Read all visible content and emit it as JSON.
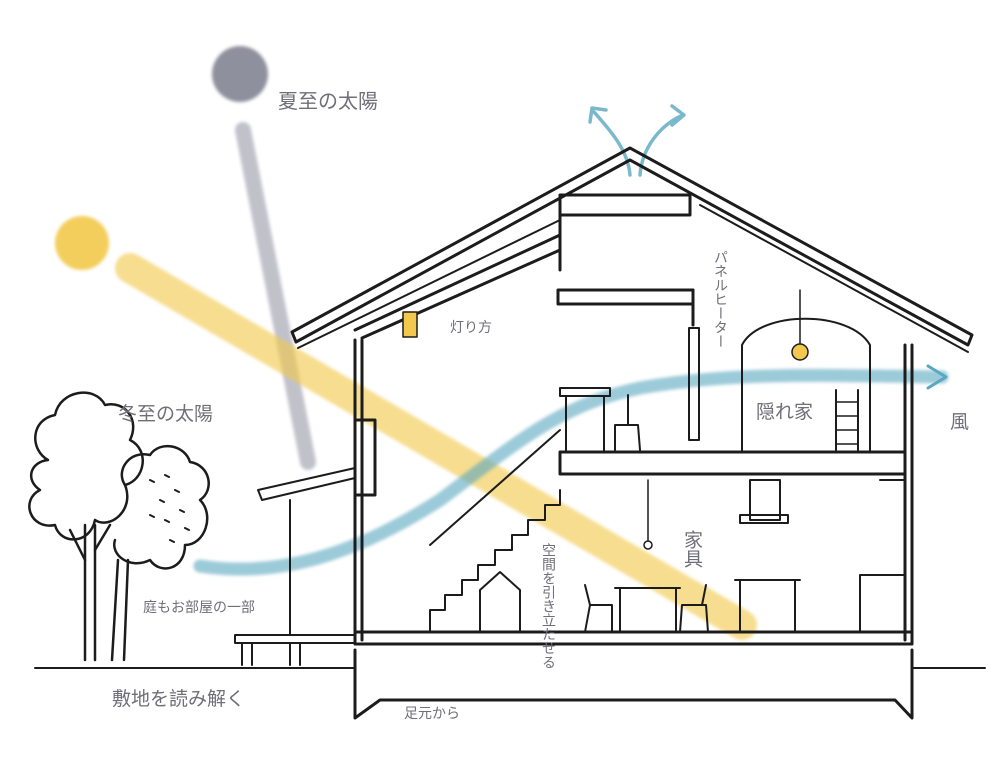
{
  "labels": {
    "summer_sun": "夏至の太陽",
    "winter_sun": "冬至の太陽",
    "lighting": "灯り方",
    "panel_heater": "パネルヒーター",
    "hidden_house": "隠れ家",
    "wind": "風",
    "furniture": "家具",
    "space_division": "空間を引き立たせる",
    "garden_room": "庭もお部屋の一部",
    "reading_site": "敷地を読み解く",
    "from_foot": "足元から"
  },
  "colors": {
    "summer_sun": "#7c7d8c",
    "winter_sun": "#f2c94c",
    "wind": "#5aa7bf",
    "ink": "#1c1c1c"
  }
}
